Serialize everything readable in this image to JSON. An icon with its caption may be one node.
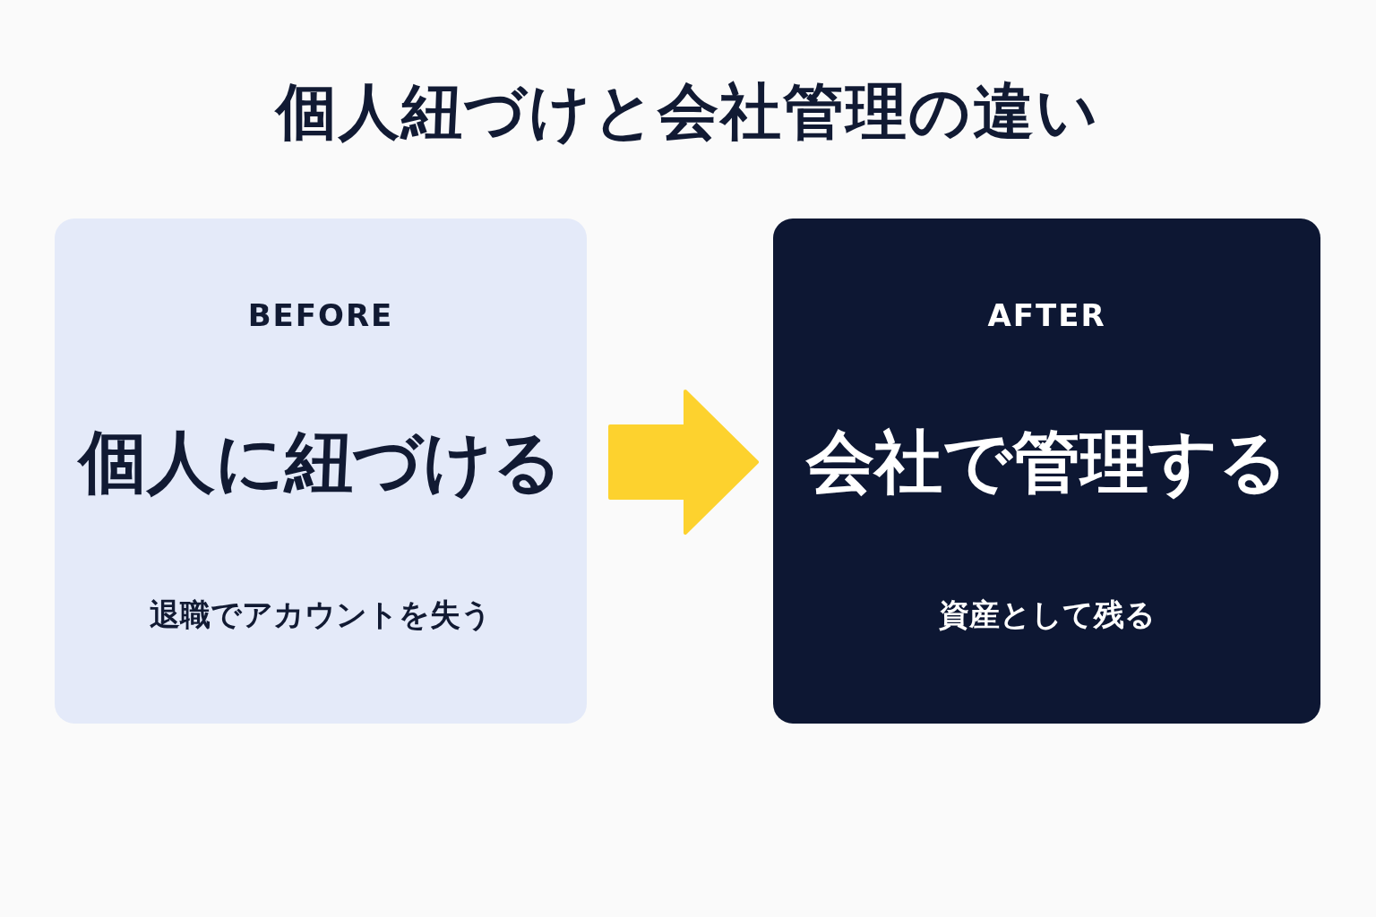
{
  "diagram": {
    "title": "個人紐づけと会社管理の違い",
    "nodes": [
      {
        "text": [
          "BEFORE",
          "個人に紐づける",
          "退職でアカウントを失う"
        ]
      },
      {
        "text": [
          "AFTER",
          "会社で管理する",
          "資産として残る"
        ]
      }
    ],
    "edges": [
      {
        "from": 0,
        "to": 1,
        "arrow": "to",
        "style": "thick",
        "color": "#fdd22e"
      }
    ]
  }
}
